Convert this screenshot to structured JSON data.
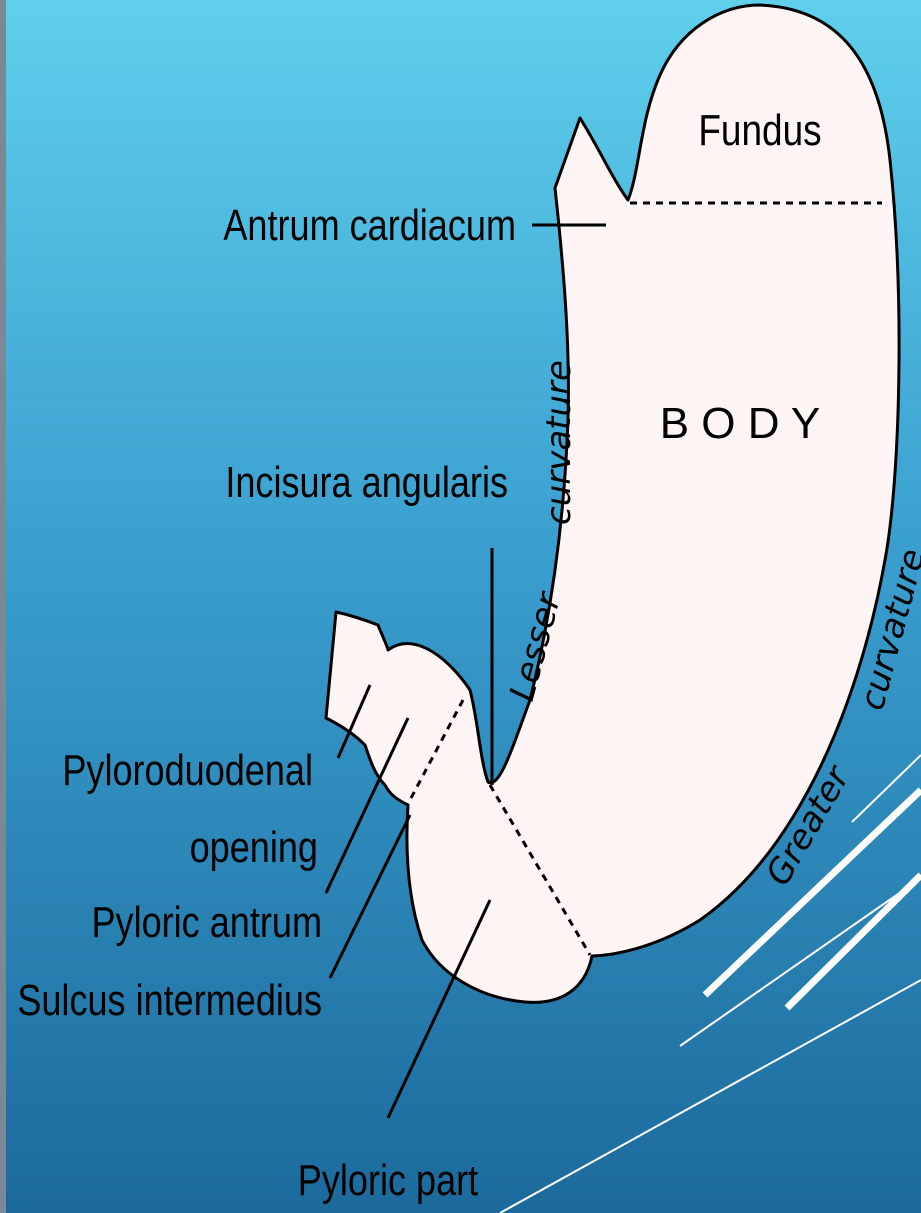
{
  "diagram": {
    "regions": {
      "fundus": "Fundus",
      "body": "B O D Y"
    },
    "labels": {
      "antrum_cardiacum": "Antrum cardiacum",
      "incisura_angularis": "Incisura angularis",
      "pyloroduodenal_line1": "Pyloroduodenal",
      "pyloroduodenal_line2": "opening",
      "pyloric_antrum": "Pyloric antrum",
      "sulcus_intermedius": "Sulcus intermedius",
      "pyloric_part": "Pyloric part"
    },
    "curvatures": {
      "lesser_1": "Lesser",
      "lesser_2": "curvature",
      "greater_1": "Greater",
      "greater_2": "curvature"
    },
    "colors": {
      "background_top": "#5fcfec",
      "background_bottom": "#1c6a9c",
      "stomach_fill": "#fff5f4",
      "outline": "#000000",
      "accent_lines": "#ffffff"
    }
  }
}
